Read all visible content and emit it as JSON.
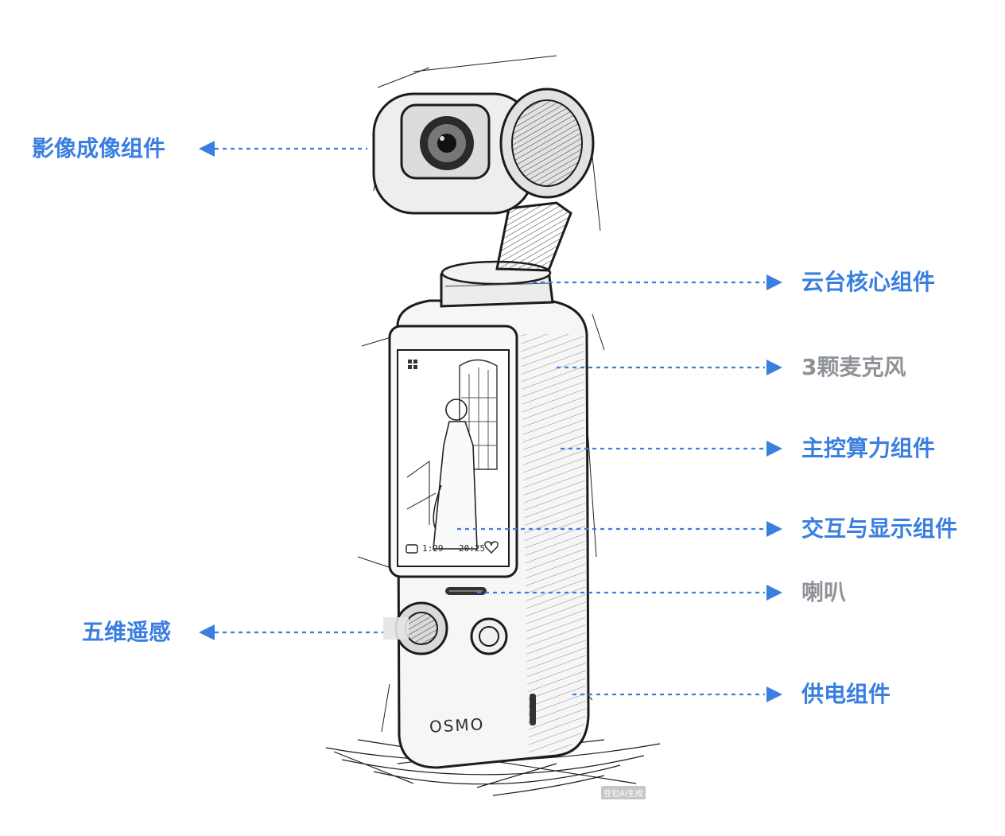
{
  "annotations": [
    {
      "id": "imaging",
      "text": "影像成像组件",
      "tone": "blue"
    },
    {
      "id": "gimbal",
      "text": "云台核心组件",
      "tone": "blue"
    },
    {
      "id": "mics",
      "text": "3颗麦克风",
      "tone": "gray"
    },
    {
      "id": "processor",
      "text": "主控算力组件",
      "tone": "blue"
    },
    {
      "id": "display",
      "text": "交互与显示组件",
      "tone": "blue"
    },
    {
      "id": "speaker",
      "text": "喇叭",
      "tone": "gray"
    },
    {
      "id": "joystick",
      "text": "五维遥感",
      "tone": "blue"
    },
    {
      "id": "power",
      "text": "供电组件",
      "tone": "blue"
    }
  ],
  "device": {
    "brand_label": "OSMO",
    "screen_left_readout": "1:29",
    "screen_right_readout": "20:25"
  },
  "watermark": "豆包AI生成",
  "colors": {
    "blue_label": "#3a7fe0",
    "gray_label": "#8f9399",
    "leader_line": "#3a7fe0",
    "sketch_ink": "#1c1c1c"
  }
}
